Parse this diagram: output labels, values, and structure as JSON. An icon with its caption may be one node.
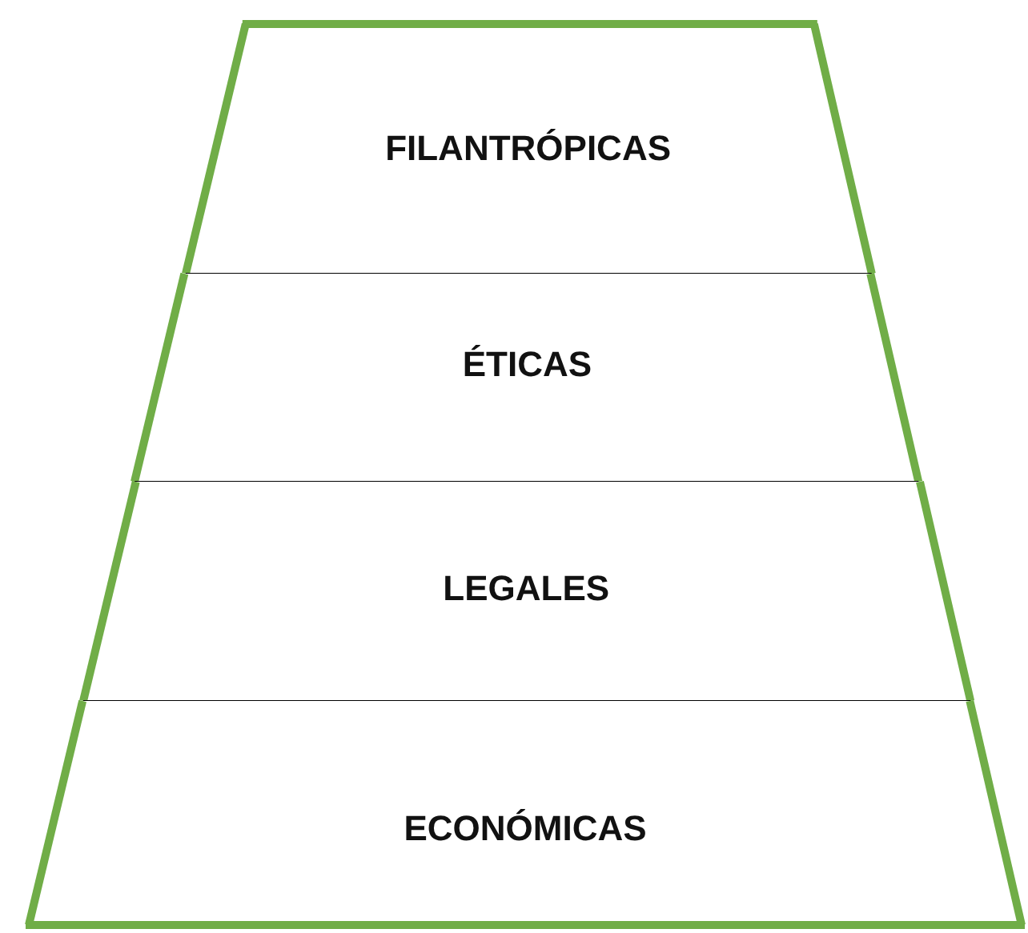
{
  "diagram": {
    "nodes": [
      {
        "text": [
          "FILANTRÓPICAS"
        ]
      },
      {
        "text": [
          "ÉTICAS"
        ]
      },
      {
        "text": [
          "LEGALES"
        ]
      },
      {
        "text": [
          "ECONÓMICAS"
        ]
      }
    ]
  }
}
